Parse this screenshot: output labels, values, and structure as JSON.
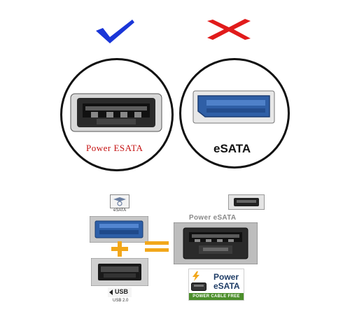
{
  "marks": {
    "correct_icon": "check-icon",
    "wrong_icon": "cross-icon",
    "check_color": "#1a36d8",
    "cross_color": "#e11b1b"
  },
  "connectors": {
    "power_esata_label": "Power ESATA",
    "esata_label": "eSATA"
  },
  "diagram": {
    "esata_port_label": "eSATA",
    "usb_logo_text": "USB",
    "usb_version": "USB 2.0",
    "power_esata_title": "Power eSATA",
    "badge": {
      "line1": "Power",
      "line2": "eSATA",
      "footer": "POWER CABLE FREE"
    }
  }
}
